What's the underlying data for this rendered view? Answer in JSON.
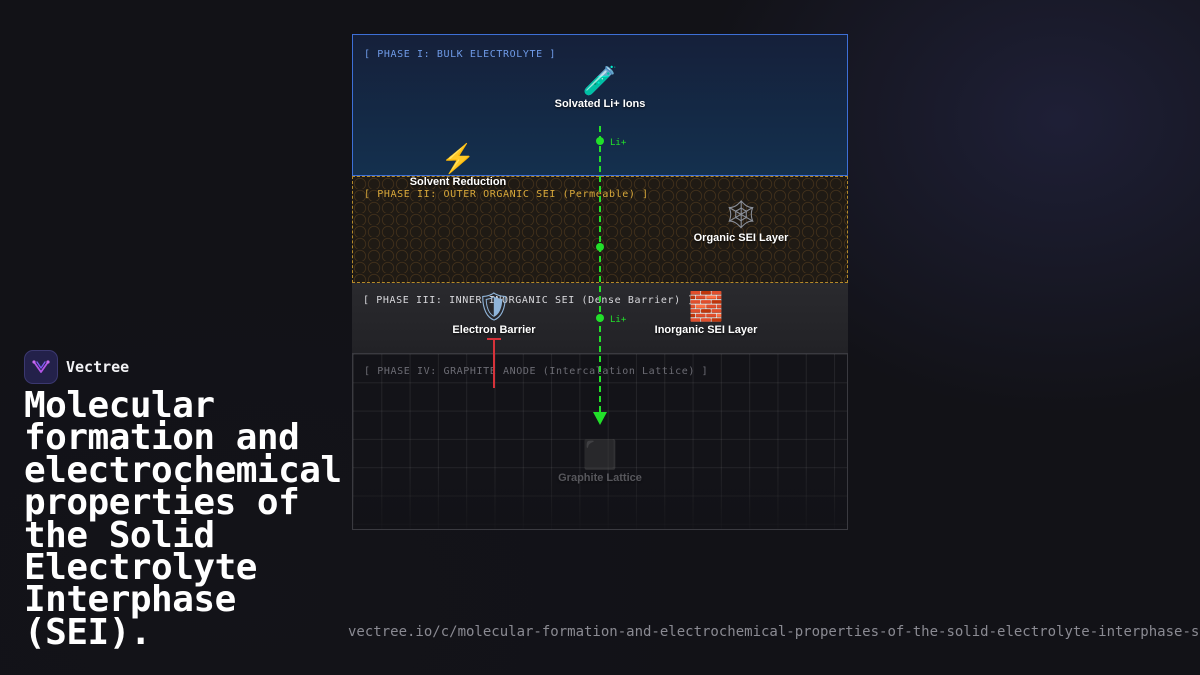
{
  "brand": {
    "name": "Vectree",
    "headline": "Molecular formation and electrochemical properties of the Solid Electrolyte Interphase (SEI).",
    "url": "vectree.io/c/molecular-formation-and-electrochemical-properties-of-the-solid-electrolyte-interphase-sei"
  },
  "diagram": {
    "phases": [
      {
        "title": "[ PHASE I: BULK ELECTROLYTE ]",
        "color": "#3d6fd6"
      },
      {
        "title": "[ PHASE II: OUTER ORGANIC SEI (Permeable) ]",
        "color": "#b58a2a"
      },
      {
        "title": "[ PHASE III: INNER INORGANIC SEI (Dense Barrier) ]",
        "color": "#d8d8dc"
      },
      {
        "title": "[ PHASE IV: GRAPHITE ANODE (Intercalation Lattice) ]",
        "color": "#6c6c74"
      }
    ],
    "nodes": {
      "solvated": {
        "label": "Solvated Li+ Ions",
        "icon": "test-tube-icon",
        "glyph": "🧪"
      },
      "reduction": {
        "label": "Solvent Reduction",
        "icon": "lightning-icon",
        "glyph": "⚡"
      },
      "organic": {
        "label": "Organic SEI Layer",
        "icon": "web-icon",
        "glyph": "🕸"
      },
      "barrier": {
        "label": "Electron Barrier",
        "icon": "shield-icon",
        "glyph": "🛡"
      },
      "inorganic": {
        "label": "Inorganic SEI Layer",
        "icon": "brick-icon",
        "glyph": "🧱"
      },
      "graphite": {
        "label": "Graphite Lattice",
        "icon": "square-icon",
        "glyph": "⬛"
      }
    },
    "ion_labels": [
      "Li+",
      "Li+"
    ],
    "colors": {
      "ion_path": "#22e02a",
      "electron_block": "#d6323a"
    }
  }
}
